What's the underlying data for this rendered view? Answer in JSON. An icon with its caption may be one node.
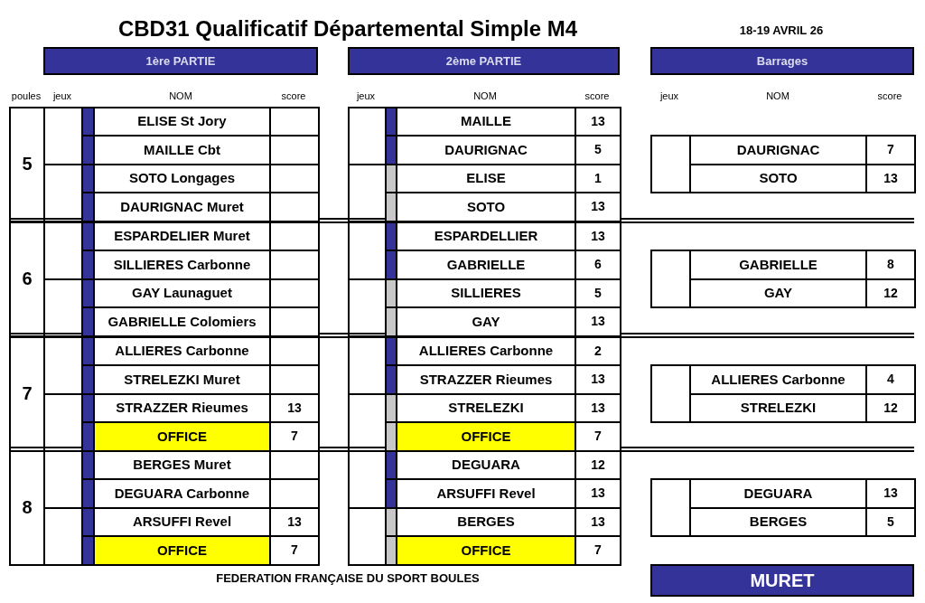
{
  "diagram": {
    "title": "CBD31 Qualificatif Départemental Simple M4",
    "nodes": [
      {
        "text": [
          "1ère PARTIE"
        ]
      },
      {
        "text": [
          "2ème PARTIE"
        ]
      },
      {
        "text": [
          "Barrages"
        ]
      },
      {
        "text": [
          "MURET"
        ]
      }
    ],
    "labels": [
      "18-19 AVRIL 26",
      "poules",
      "jeux",
      "NOM",
      "score",
      "jeux",
      "NOM",
      "score",
      "jeux",
      "NOM",
      "score",
      "5",
      "ELISE St Jory",
      "MAILLE",
      "13",
      "MAILLE Cbt",
      "DAURIGNAC",
      "5",
      "DAURIGNAC",
      "7",
      "SOTO Longages",
      "ELISE",
      "1",
      "SOTO",
      "13",
      "DAURIGNAC Muret",
      "SOTO",
      "13",
      "6",
      "ESPARDELIER Muret",
      "ESPARDELLIER",
      "13",
      "SILLIERES Carbonne",
      "GABRIELLE",
      "6",
      "GABRIELLE",
      "8",
      "GAY Launaguet",
      "SILLIERES",
      "5",
      "GAY",
      "12",
      "GABRIELLE Colomiers",
      "GAY",
      "13",
      "7",
      "ALLIERES Carbonne",
      "ALLIERES Carbonne",
      "2",
      "STRELEZKI Muret",
      "STRAZZER Rieumes",
      "13",
      "ALLIERES Carbonne",
      "4",
      "STRAZZER Rieumes",
      "13",
      "STRELEZKI",
      "13",
      "STRELEZKI",
      "12",
      "OFFICE",
      "7",
      "OFFICE",
      "7",
      "8",
      "BERGES Muret",
      "DEGUARA",
      "12",
      "DEGUARA Carbonne",
      "ARSUFFI Revel",
      "13",
      "DEGUARA",
      "13",
      "ARSUFFI Revel",
      "13",
      "BERGES",
      "13",
      "BERGES",
      "5",
      "OFFICE",
      "7",
      "OFFICE",
      "7",
      "FEDERATION FRANÇAISE DU SPORT BOULES"
    ]
  }
}
